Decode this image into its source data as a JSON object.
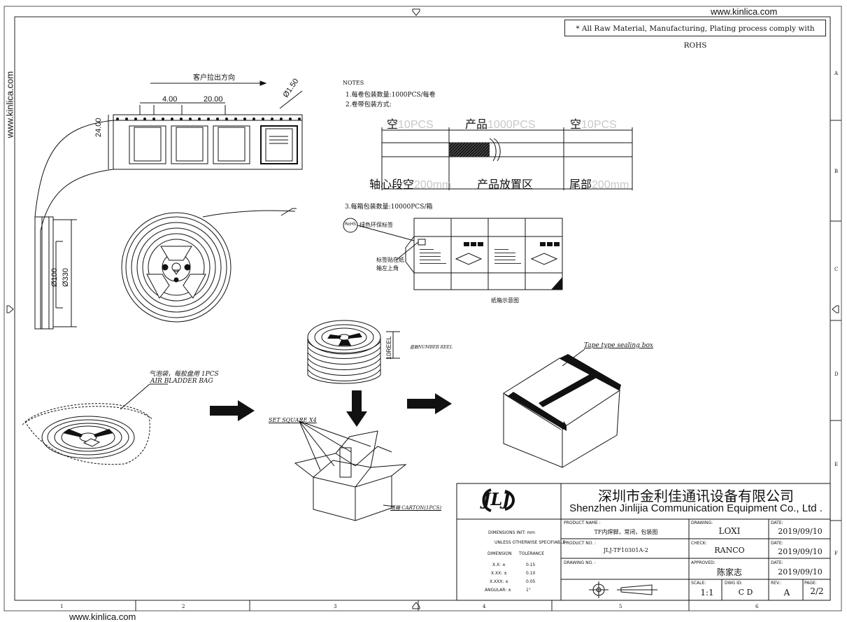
{
  "site": {
    "top_right": "www.kinlica.com",
    "left_vertical": "www.kinlica.com",
    "bottom_left": "www.kinlica.com"
  },
  "rohs_note": "* All Raw Material, Manufacturing, Plating process comply with ROHS",
  "border": {
    "row_letters": [
      "A",
      "B",
      "C",
      "D",
      "E",
      "F"
    ],
    "col_numbers": [
      "1",
      "2",
      "3",
      "4",
      "5",
      "6"
    ]
  },
  "tape_view": {
    "pull_direction": "客户拉出方向",
    "dim_pitch_small": "4.00",
    "dim_pitch_large": "20.00",
    "dim_hole": "Ø1.50",
    "dim_width": "24.00"
  },
  "reel_side": {
    "dim_hub": "Ø100",
    "dim_outer": "Ø330"
  },
  "notes": {
    "heading": "NOTES",
    "line1": "1.每卷包装数量:1000PCS/每卷",
    "line2": "2.卷带包装方式:",
    "line3": "3.每箱包装数量:10000PCS/箱"
  },
  "tape_layout": {
    "empty_left_a": "空",
    "empty_left_b": "10PCS",
    "product_a": "产品",
    "product_b": "1000PCS",
    "empty_right_a": "空",
    "empty_right_b": "10PCS",
    "hub_a": "轴心段空",
    "hub_b": "200mm",
    "zone": "产品放置区",
    "tail_a": "尾部",
    "tail_b": "200mm"
  },
  "carton_sketch": {
    "rohs_symbol": "RoHS",
    "rohs_label": "绿色环保标签",
    "label_pos_line1": "标签贴在纸",
    "label_pos_line2": "箱左上角",
    "caption": "纸箱示意图"
  },
  "flow": {
    "bag_cn": "气泡袋，每胶盘用  1PCS",
    "bag_en": "AIR BLADDER BAG",
    "reel_stack": "盘数NUMBER REEL",
    "reel_count": "10REEL",
    "set_square": "SET SQUARE X4",
    "carton": "纸箱  CARTON(1PCS)",
    "sealing": "Tape type sealing box"
  },
  "title_block": {
    "company_cn": "深圳市金利佳通讯设备有限公司",
    "company_en": "Shenzhen Jinlijia Communication Equipment Co., Ltd .",
    "logo": "JLJ",
    "dimensions_unit": "DIMENSIONS INIT:  mm",
    "unless": "UNLESS OTHERWISE SPECIFIABLE",
    "dimension_hdr": "DIMENSION",
    "tolerance_hdr": "TOLERANCE",
    "tol_rows": [
      {
        "k": "X.X:  ±",
        "v": "0.15"
      },
      {
        "k": "X.XX:  ±",
        "v": "0.10"
      },
      {
        "k": "X.XXX:  ±",
        "v": "0.05"
      },
      {
        "k": "ANGULAR:  ±",
        "v": "1°"
      }
    ],
    "product_name_label": "PRODUCT NAME :",
    "product_name": "TF内焊脚，常闭，包装图",
    "product_no_label": "PRODUCT NO. :",
    "product_no": "JLJ-TF10301A-2",
    "drawing_no_label": "DRAWING NO. :",
    "drawing_label": "DRAWING:",
    "drawing": "LOXI",
    "check_label": "CHECK:",
    "check": "RANCO",
    "approved_label": "APPROVED:",
    "approved": "陈家志",
    "date_label": "DATE:",
    "date1": "2019/09/10",
    "date2": "2019/09/10",
    "date3": "2019/09/10",
    "scale_label": "SCALE:",
    "scale": "1:1",
    "dwg_label": "DWG ID:",
    "dwg": "C D",
    "rev_label": "REV.:",
    "rev": "A",
    "page_label": "PAGE:",
    "page": "2/2"
  }
}
